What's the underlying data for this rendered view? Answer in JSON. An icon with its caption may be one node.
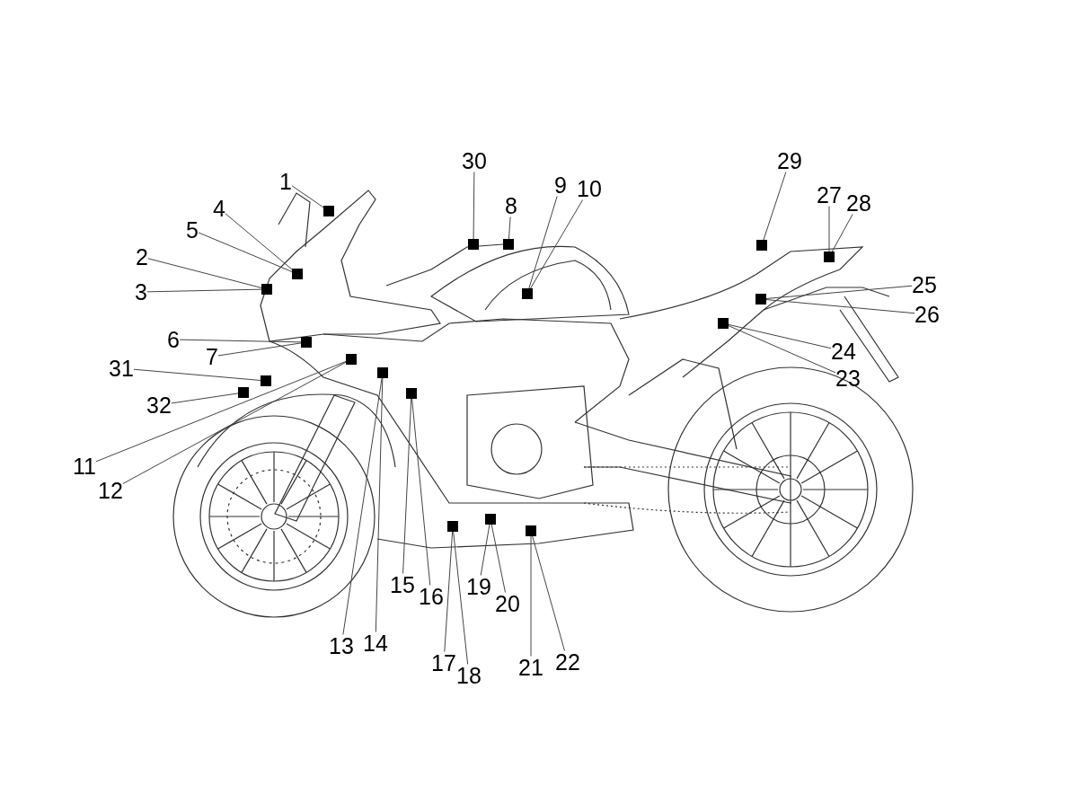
{
  "diagram": {
    "nodes": [
      {
        "text": [
          "1"
        ]
      },
      {
        "text": [
          "2"
        ]
      },
      {
        "text": [
          "3"
        ]
      },
      {
        "text": [
          "4"
        ]
      },
      {
        "text": [
          "5"
        ]
      },
      {
        "text": [
          "6"
        ]
      },
      {
        "text": [
          "7"
        ]
      },
      {
        "text": [
          "8"
        ]
      },
      {
        "text": [
          "9"
        ]
      },
      {
        "text": [
          "10"
        ]
      },
      {
        "text": [
          "11"
        ]
      },
      {
        "text": [
          "12"
        ]
      },
      {
        "text": [
          "13"
        ]
      },
      {
        "text": [
          "14"
        ]
      },
      {
        "text": [
          "15"
        ]
      },
      {
        "text": [
          "16"
        ]
      },
      {
        "text": [
          "17"
        ]
      },
      {
        "text": [
          "18"
        ]
      },
      {
        "text": [
          "19"
        ]
      },
      {
        "text": [
          "20"
        ]
      },
      {
        "text": [
          "21"
        ]
      },
      {
        "text": [
          "22"
        ]
      },
      {
        "text": [
          "23"
        ]
      },
      {
        "text": [
          "24"
        ]
      },
      {
        "text": [
          "25"
        ]
      },
      {
        "text": [
          "26"
        ]
      },
      {
        "text": [
          "27"
        ]
      },
      {
        "text": [
          "28"
        ]
      },
      {
        "text": [
          "29"
        ]
      },
      {
        "text": [
          "30"
        ]
      },
      {
        "text": [
          "31"
        ]
      },
      {
        "text": [
          "32"
        ]
      },
      {
        "text": [],
        "shape": "box"
      },
      {
        "text": [],
        "shape": "box"
      },
      {
        "text": [],
        "shape": "box"
      },
      {
        "text": [],
        "shape": "box"
      },
      {
        "text": [],
        "shape": "box"
      },
      {
        "text": [],
        "shape": "box"
      },
      {
        "text": [],
        "shape": "box"
      },
      {
        "text": [],
        "shape": "box"
      },
      {
        "text": [],
        "shape": "box"
      },
      {
        "text": [],
        "shape": "box"
      },
      {
        "text": [],
        "shape": "box"
      },
      {
        "text": [],
        "shape": "box"
      },
      {
        "text": [],
        "shape": "box"
      },
      {
        "text": [],
        "shape": "box"
      },
      {
        "text": [],
        "shape": "box"
      },
      {
        "text": [],
        "shape": "box"
      },
      {
        "text": [],
        "shape": "box"
      },
      {
        "text": [],
        "shape": "box"
      },
      {
        "text": [],
        "shape": "box"
      }
    ],
    "edges": [
      {
        "from": 0,
        "to": 32,
        "arrow": "none"
      },
      {
        "from": 3,
        "to": 33,
        "arrow": "none"
      },
      {
        "from": 4,
        "to": 33,
        "arrow": "none"
      },
      {
        "from": 1,
        "to": 34,
        "arrow": "none"
      },
      {
        "from": 2,
        "to": 34,
        "arrow": "none"
      },
      {
        "from": 5,
        "to": 35,
        "arrow": "none"
      },
      {
        "from": 6,
        "to": 35,
        "arrow": "none"
      },
      {
        "from": 10,
        "to": 36,
        "arrow": "none"
      },
      {
        "from": 11,
        "to": 36,
        "arrow": "none"
      },
      {
        "from": 12,
        "to": 37,
        "arrow": "none"
      },
      {
        "from": 13,
        "to": 37,
        "arrow": "none"
      },
      {
        "from": 14,
        "to": 38,
        "arrow": "none"
      },
      {
        "from": 15,
        "to": 38,
        "arrow": "none"
      },
      {
        "from": 30,
        "to": 39,
        "arrow": "none"
      },
      {
        "from": 31,
        "to": 40,
        "arrow": "none"
      },
      {
        "from": 16,
        "to": 41,
        "arrow": "none"
      },
      {
        "from": 17,
        "to": 41,
        "arrow": "none"
      },
      {
        "from": 18,
        "to": 42,
        "arrow": "none"
      },
      {
        "from": 19,
        "to": 42,
        "arrow": "none"
      },
      {
        "from": 20,
        "to": 43,
        "arrow": "none"
      },
      {
        "from": 21,
        "to": 43,
        "arrow": "none"
      },
      {
        "from": 29,
        "to": 44,
        "arrow": "none"
      },
      {
        "from": 7,
        "to": 45,
        "arrow": "none"
      },
      {
        "from": 8,
        "to": 46,
        "arrow": "none"
      },
      {
        "from": 9,
        "to": 46,
        "arrow": "none"
      },
      {
        "from": 28,
        "to": 47,
        "arrow": "none"
      },
      {
        "from": 26,
        "to": 48,
        "arrow": "none"
      },
      {
        "from": 27,
        "to": 48,
        "arrow": "none"
      },
      {
        "from": 24,
        "to": 49,
        "arrow": "none"
      },
      {
        "from": 25,
        "to": 49,
        "arrow": "none"
      },
      {
        "from": 22,
        "to": 50,
        "arrow": "none"
      },
      {
        "from": 23,
        "to": 50,
        "arrow": "none"
      }
    ]
  }
}
